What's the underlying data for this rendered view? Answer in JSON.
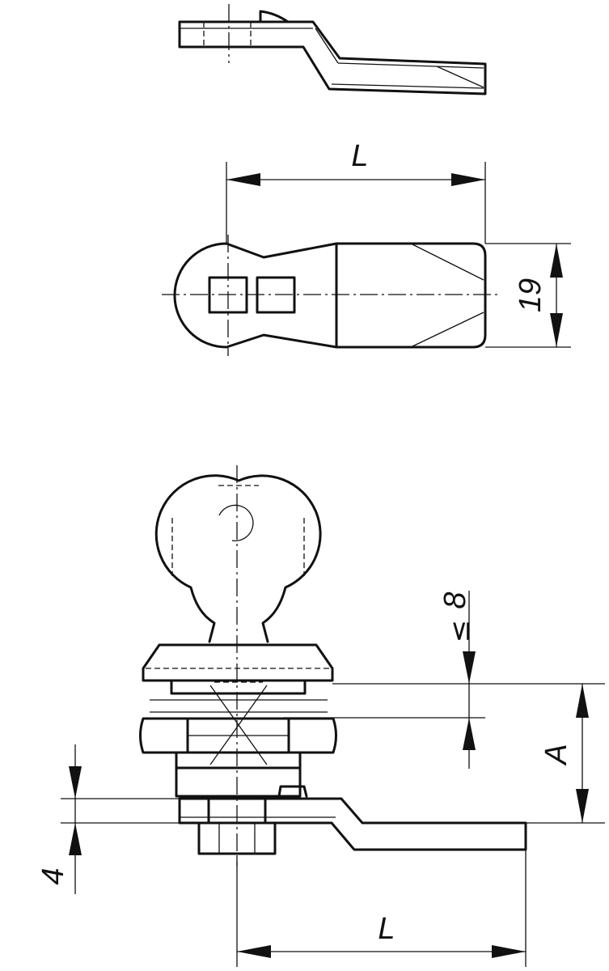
{
  "dimensions": {
    "top_length": "L",
    "width": "19",
    "bottom_length": "L",
    "height_a": "A",
    "max_panel_symbol": "≤",
    "max_panel": "8",
    "cam_thickness": "4"
  }
}
